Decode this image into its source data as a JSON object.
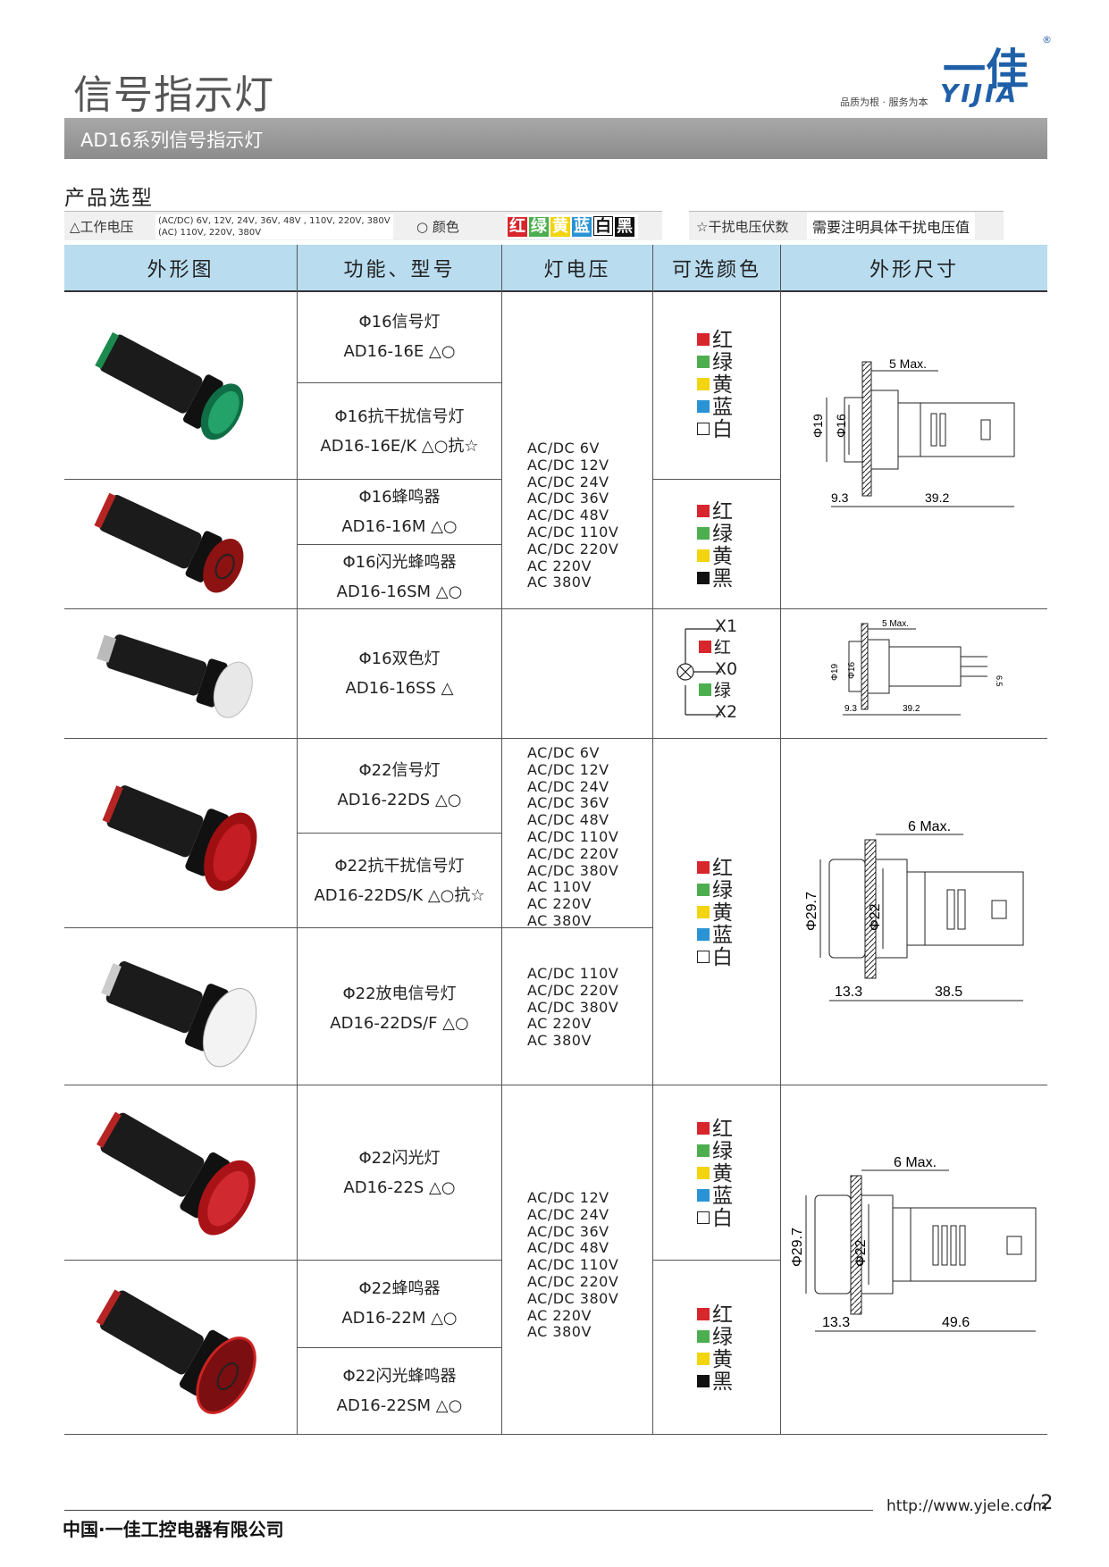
{
  "header": {
    "title": "信号指示灯",
    "logo_cn": "一佳",
    "logo_en": "YIJIA",
    "logo_reg": "®",
    "slogan": "品质为根 · 服务为本",
    "banner": "AD16系列信号指示灯"
  },
  "selection": {
    "title": "产品选型",
    "voltage_label": "△工作电压",
    "voltage_line1": "(AC/DC) 6V, 12V, 24V, 36V, 48V , 110V, 220V, 380V",
    "voltage_line2": "(AC) 110V, 220V, 380V",
    "color_label": "○ 颜色",
    "colors": [
      {
        "text": "红",
        "bg": "#d7262c"
      },
      {
        "text": "绿",
        "bg": "#4cae4f"
      },
      {
        "text": "黄",
        "bg": "#f2d40f"
      },
      {
        "text": "蓝",
        "bg": "#2a93d5"
      },
      {
        "text": "白",
        "bg": "#ffffff"
      },
      {
        "text": "黑",
        "bg": "#111111"
      }
    ],
    "interference_label": "☆干扰电压伏数",
    "interference_value": "需要注明具体干扰电压值"
  },
  "table": {
    "headers": [
      "外形图",
      "功能、型号",
      "灯电压",
      "可选颜色",
      "外形尺寸"
    ],
    "models": [
      {
        "name": "Φ16信号灯",
        "code": "AD16-16E △○"
      },
      {
        "name": "Φ16抗干扰信号灯",
        "code": "AD16-16E/K △○抗☆"
      },
      {
        "name": "Φ16蜂鸣器",
        "code": "AD16-16M △○"
      },
      {
        "name": "Φ16闪光蜂鸣器",
        "code": "AD16-16SM △○"
      },
      {
        "name": "Φ16双色灯",
        "code": "AD16-16SS △"
      },
      {
        "name": "Φ22信号灯",
        "code": "AD16-22DS △○"
      },
      {
        "name": "Φ22抗干扰信号灯",
        "code": "AD16-22DS/K △○抗☆"
      },
      {
        "name": "Φ22放电信号灯",
        "code": "AD16-22DS/F △○"
      },
      {
        "name": "Φ22闪光灯",
        "code": "AD16-22S △○"
      },
      {
        "name": "Φ22蜂鸣器",
        "code": "AD16-22M △○"
      },
      {
        "name": "Φ22闪光蜂鸣器",
        "code": "AD16-22SM △○"
      }
    ],
    "voltages": {
      "g1": [
        "AC/DC 6V",
        "AC/DC 12V",
        "AC/DC 24V",
        "AC/DC 36V",
        "AC/DC 48V",
        "AC/DC 110V",
        "AC/DC 220V",
        "AC 220V",
        "AC 380V"
      ],
      "g2": [
        "AC/DC 6V",
        "AC/DC 12V",
        "AC/DC 24V",
        "AC/DC 36V",
        "AC/DC 48V",
        "AC/DC 110V",
        "AC/DC 220V",
        "AC/DC 380V",
        "AC 110V",
        "AC 220V",
        "AC 380V"
      ],
      "g3": [
        "AC/DC 110V",
        "AC/DC 220V",
        "AC/DC 380V",
        "AC 220V",
        "AC 380V"
      ],
      "g4": [
        "AC/DC 12V",
        "AC/DC 24V",
        "AC/DC 36V",
        "AC/DC 48V",
        "AC/DC 110V",
        "AC/DC 220V",
        "AC/DC 380V",
        "AC 220V",
        "AC 380V"
      ]
    },
    "color_sets": {
      "five": [
        {
          "t": "红",
          "c": "#d7262c"
        },
        {
          "t": "绿",
          "c": "#4cae4f"
        },
        {
          "t": "黄",
          "c": "#f2d40f"
        },
        {
          "t": "蓝",
          "c": "#2a93d5"
        },
        {
          "t": "白",
          "c": "#ffffff"
        }
      ],
      "four": [
        {
          "t": "红",
          "c": "#d7262c"
        },
        {
          "t": "绿",
          "c": "#4cae4f"
        },
        {
          "t": "黄",
          "c": "#f2d40f"
        },
        {
          "t": "黑",
          "c": "#111111"
        }
      ]
    },
    "bicolor": {
      "x1": "X1",
      "red": "红",
      "x0": "X0",
      "green": "绿",
      "x2": "X2"
    },
    "dims": {
      "d1": {
        "max": "5 Max.",
        "a": "Φ19",
        "b": "Φ16",
        "l1": "9.3",
        "l2": "39.2"
      },
      "d2": {
        "max": "5 Max.",
        "a": "Φ19",
        "b": "Φ16",
        "c": "6.5",
        "l1": "9.3",
        "l2": "39.2"
      },
      "d3": {
        "max": "6 Max.",
        "a": "Φ29.7",
        "b": "Φ22",
        "l1": "13.3",
        "l2": "38.5"
      },
      "d4": {
        "max": "6 Max.",
        "a": "Φ29.7",
        "b": "Φ22",
        "l1": "13.3",
        "l2": "49.6"
      }
    }
  },
  "footer": {
    "company": "中国·一佳工控电器有限公司",
    "url": "http://www.yjele.com",
    "page": "/ 2"
  }
}
